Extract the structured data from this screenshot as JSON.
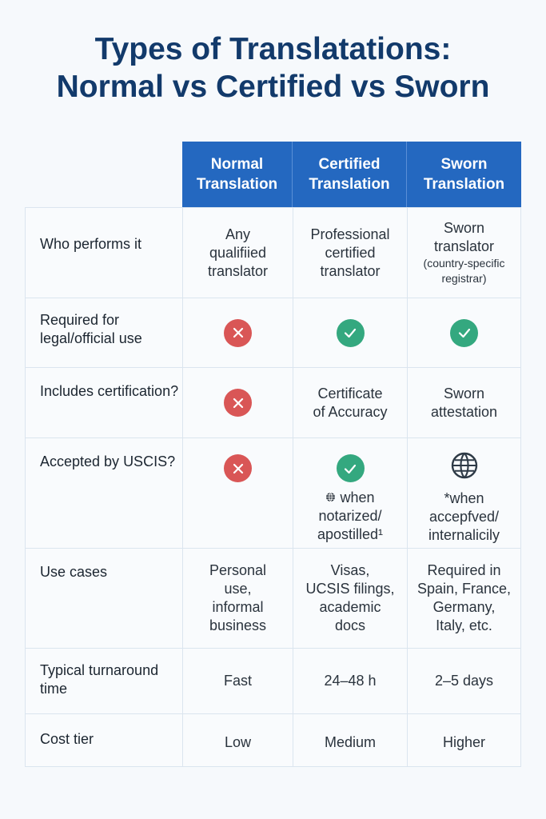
{
  "title": {
    "line1": "Types of Translatations:",
    "line2": "Normal vs Certified vs Sworn"
  },
  "colors": {
    "title": "#123a6b",
    "header_bg": "#2468c0",
    "no": "#d95656",
    "yes": "#34a87f"
  },
  "columns": [
    {
      "line1": "Normal",
      "line2": "Translation"
    },
    {
      "line1": "Certified",
      "line2": "Translation"
    },
    {
      "line1": "Sworn",
      "line2": "Translation"
    }
  ],
  "rows": [
    {
      "label": "Who performs it",
      "normal": [
        "Any",
        "qualifiied",
        "translator"
      ],
      "certified": [
        "Professional",
        "certified",
        "translator"
      ],
      "sworn": [
        "Sworn",
        "translator"
      ],
      "sworn_note": [
        "(country-specific",
        "registrar)"
      ]
    },
    {
      "label": "Required for legal/official use",
      "normal_icon": "x-circle-icon",
      "certified_icon": "check-circle-icon",
      "sworn_icon": "check-circle-icon"
    },
    {
      "label": "Includes certification?",
      "normal_icon": "x-circle-icon",
      "certified": [
        "Certificate",
        "of Accuracy"
      ],
      "sworn": [
        "Sworn",
        "attestation"
      ]
    },
    {
      "label": "Accepted by USCIS?",
      "normal_icon": "x-circle-icon",
      "certified_icon": "check-circle-icon",
      "certified": [
        "when",
        "notarized/",
        "apostilled¹"
      ],
      "sworn_icon": "globe-icon",
      "sworn": [
        "*when",
        "accepfved/",
        "internalicily"
      ]
    },
    {
      "label": "Use cases",
      "normal": [
        "Personal",
        "use,",
        "informal",
        "business"
      ],
      "certified": [
        "Visas,",
        "UCSIS filings,",
        "academic",
        "docs"
      ],
      "sworn": [
        "Required in",
        "Spain, France,",
        "Germany,",
        "Italy, etc."
      ]
    },
    {
      "label": "Typical turnaround time",
      "normal": [
        "Fast"
      ],
      "certified": [
        "24–48 h"
      ],
      "sworn": [
        "2–5 days"
      ]
    },
    {
      "label": "Cost tier",
      "normal": [
        "Low"
      ],
      "certified": [
        "Medium"
      ],
      "sworn": [
        "Higher"
      ]
    }
  ]
}
